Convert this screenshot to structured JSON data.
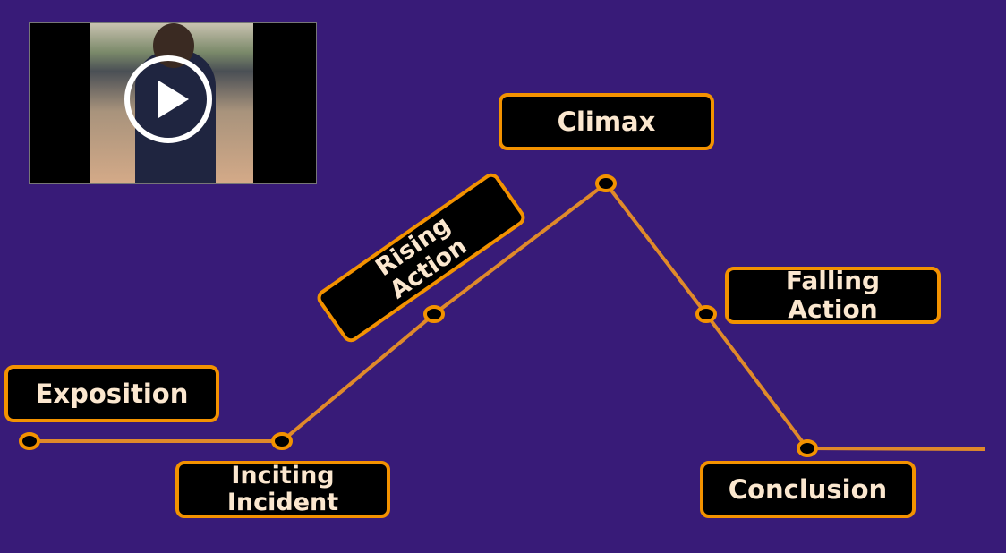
{
  "video": {
    "icon": "play-icon"
  },
  "labels": {
    "exposition": "Exposition",
    "inciting_incident": "Inciting Incident",
    "rising_action": "Rising Action",
    "climax": "Climax",
    "falling_action": "Falling Action",
    "conclusion": "Conclusion"
  },
  "colors": {
    "background": "#381b78",
    "accent": "#f39200",
    "line": "#e08a2a",
    "text": "#fbe7cf"
  }
}
